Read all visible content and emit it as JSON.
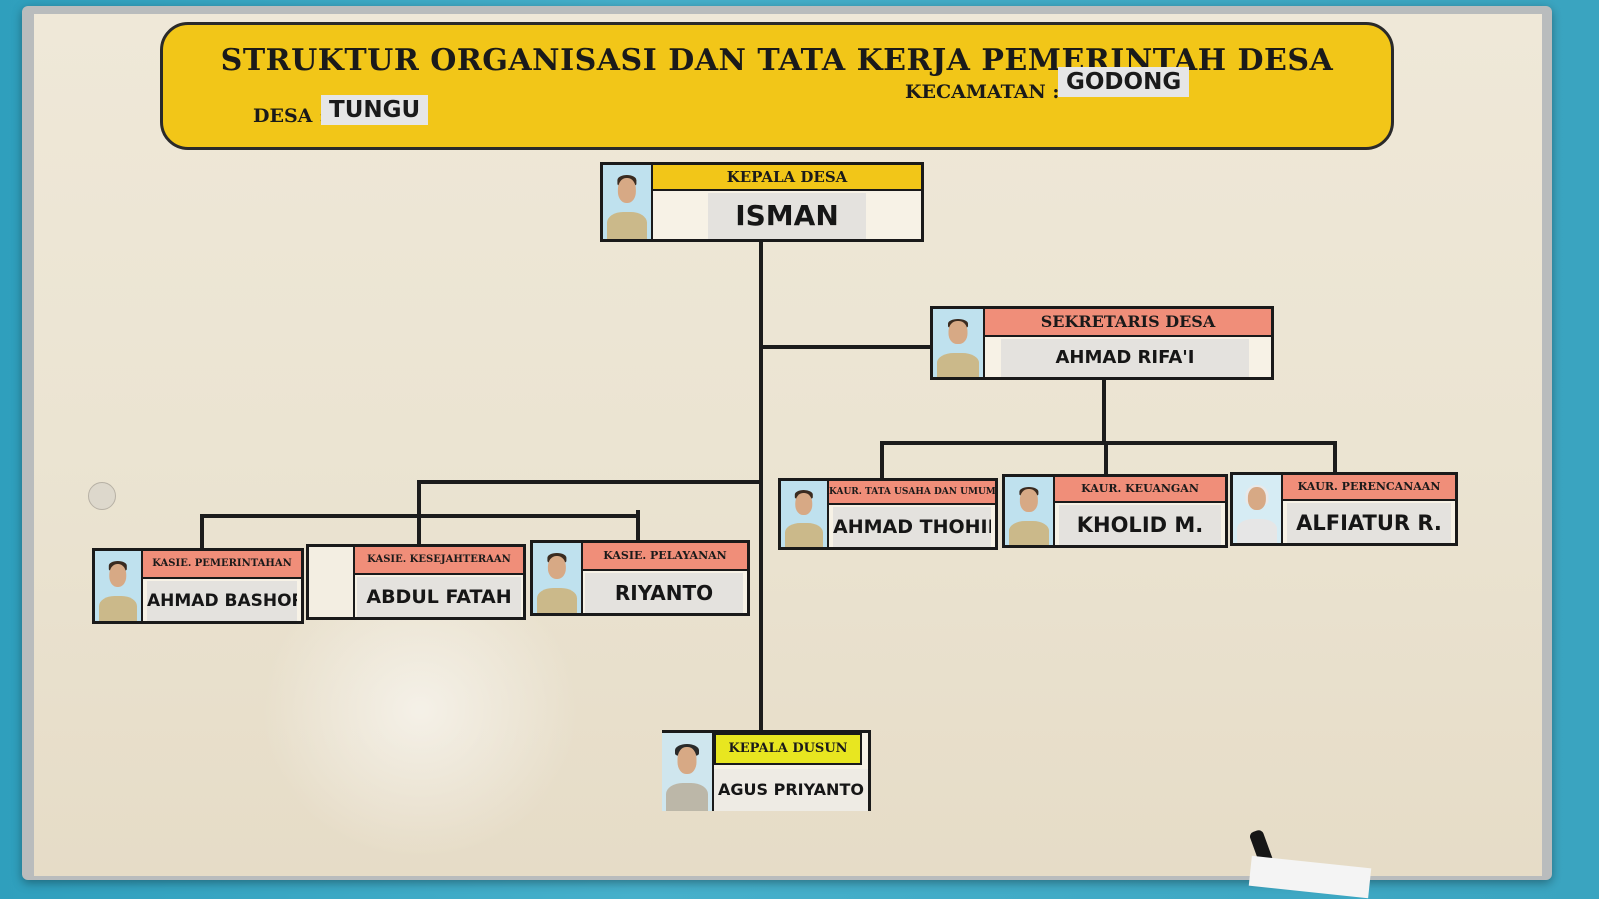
{
  "banner": {
    "title": "STRUKTUR ORGANISASI DAN TATA KERJA PEMERINTAH DESA",
    "desa_label": "DESA :",
    "desa_value": "TUNGU",
    "kecamatan_label": "KECAMATAN :",
    "kecamatan_value": "GODONG"
  },
  "kepala_desa": {
    "title": "KEPALA DESA",
    "name": "ISMAN"
  },
  "sekretaris": {
    "title": "SEKRETARIS DESA",
    "name": "AHMAD RIFA'I"
  },
  "kaur": [
    {
      "title": "KAUR. TATA USAHA DAN UMUM",
      "name": "AHMAD THOHIR"
    },
    {
      "title": "KAUR. KEUANGAN",
      "name": "KHOLID M."
    },
    {
      "title": "KAUR. PERENCANAAN",
      "name": "ALFIATUR R."
    }
  ],
  "kasie": [
    {
      "title": "KASIE. PEMERINTAHAN",
      "name": "AHMAD BASHORI"
    },
    {
      "title": "KASIE. KESEJAHTERAAN",
      "name": "ABDUL FATAH"
    },
    {
      "title": "KASIE. PELAYANAN",
      "name": "RIYANTO"
    }
  ],
  "kepala_dusun": {
    "title": "KEPALA DUSUN",
    "name": "AGUS PRIYANTO"
  },
  "colors": {
    "yellow": "#f2c618",
    "salmon": "#f08e79",
    "lime": "#e8e620"
  }
}
